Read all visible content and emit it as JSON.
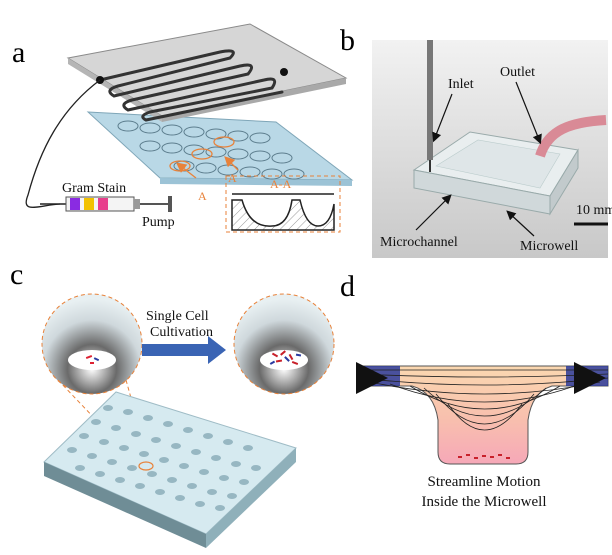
{
  "panels": {
    "a": {
      "letter": "a",
      "gram_stain": "Gram Stain",
      "pump": "Pump",
      "section_marker": "A",
      "section_title": "A-A"
    },
    "b": {
      "letter": "b",
      "inlet": "Inlet",
      "outlet": "Outlet",
      "microchannel": "Microchannel",
      "microwell": "Microwell",
      "scale_bar": "10 mm"
    },
    "c": {
      "letter": "c",
      "arrow_label_line1": "Single Cell",
      "arrow_label_line2": "Cultivation"
    },
    "d": {
      "letter": "d",
      "caption_line1": "Streamline Motion",
      "caption_line2": "Inside the Microwell"
    }
  },
  "colors": {
    "chip_top": "#c9c9c9",
    "chip_bottom": "#b9d8e6",
    "accent_orange": "#e8823a",
    "arrow_blue": "#3a64b4",
    "flow_blue": "#1a2a8a",
    "well_pink": "#f7b8c0"
  }
}
